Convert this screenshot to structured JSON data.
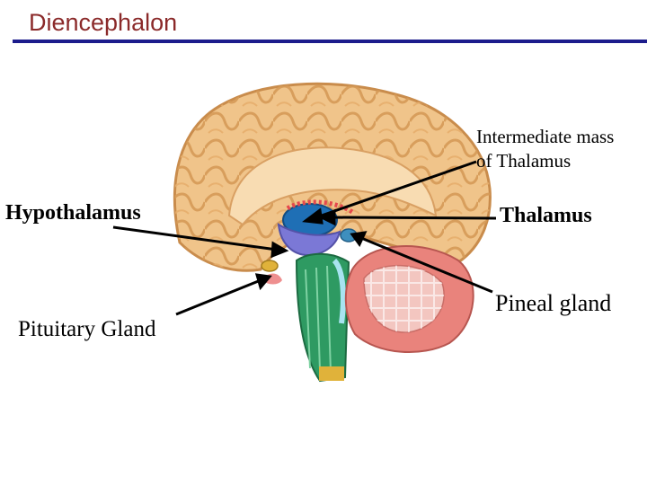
{
  "title": "Diencephalon",
  "labels": {
    "intermediate_mass_line1": "Intermediate mass",
    "intermediate_mass_line2": "of Thalamus",
    "hypothalamus": "Hypothalamus",
    "thalamus": "Thalamus",
    "pineal_gland": "Pineal gland",
    "pituitary_gland": "Pituitary Gland"
  },
  "colors": {
    "title": "#8b2a2a",
    "rule": "#1c1c8c",
    "cortex": "#f0c48a",
    "thalamus": "#1f6fb5",
    "hypothalamus": "#7b78d6",
    "brainstem": "#2e9a62",
    "cerebellum": "#e9837c"
  }
}
